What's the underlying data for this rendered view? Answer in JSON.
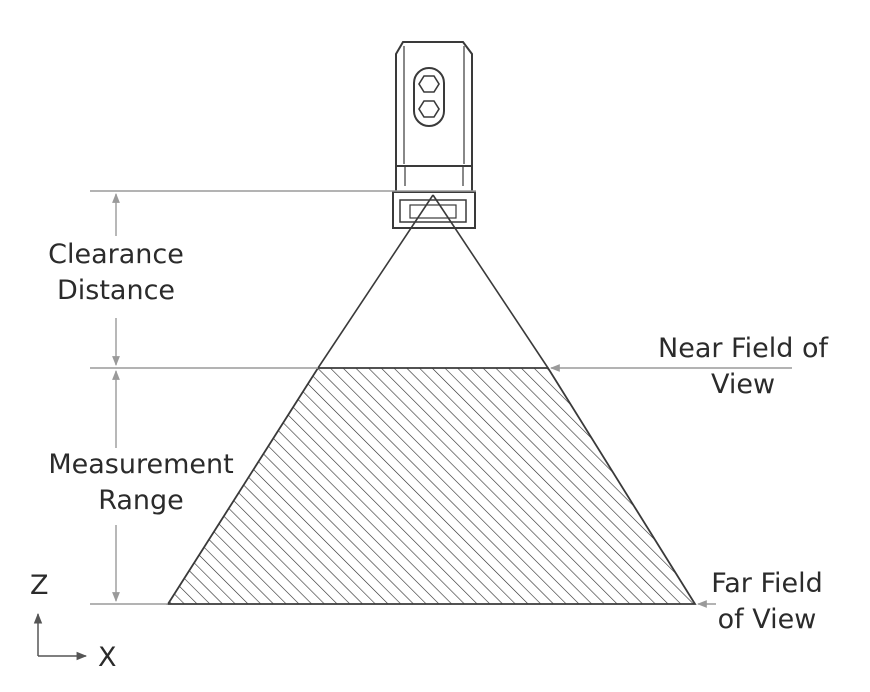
{
  "labels": {
    "clearance_line1": "Clearance",
    "clearance_line2": "Distance",
    "near_line1": "Near Field of",
    "near_line2": "View",
    "measurement_line1": "Measurement",
    "measurement_line2": "Range",
    "far_line1": "Far Field",
    "far_line2": "of View",
    "axis_z": "Z",
    "axis_x": "X"
  },
  "colors": {
    "line": "#3a3a3a",
    "dimension": "#9a9a9a",
    "hatch": "#2a2a2a",
    "text": "#2b2b2b"
  }
}
